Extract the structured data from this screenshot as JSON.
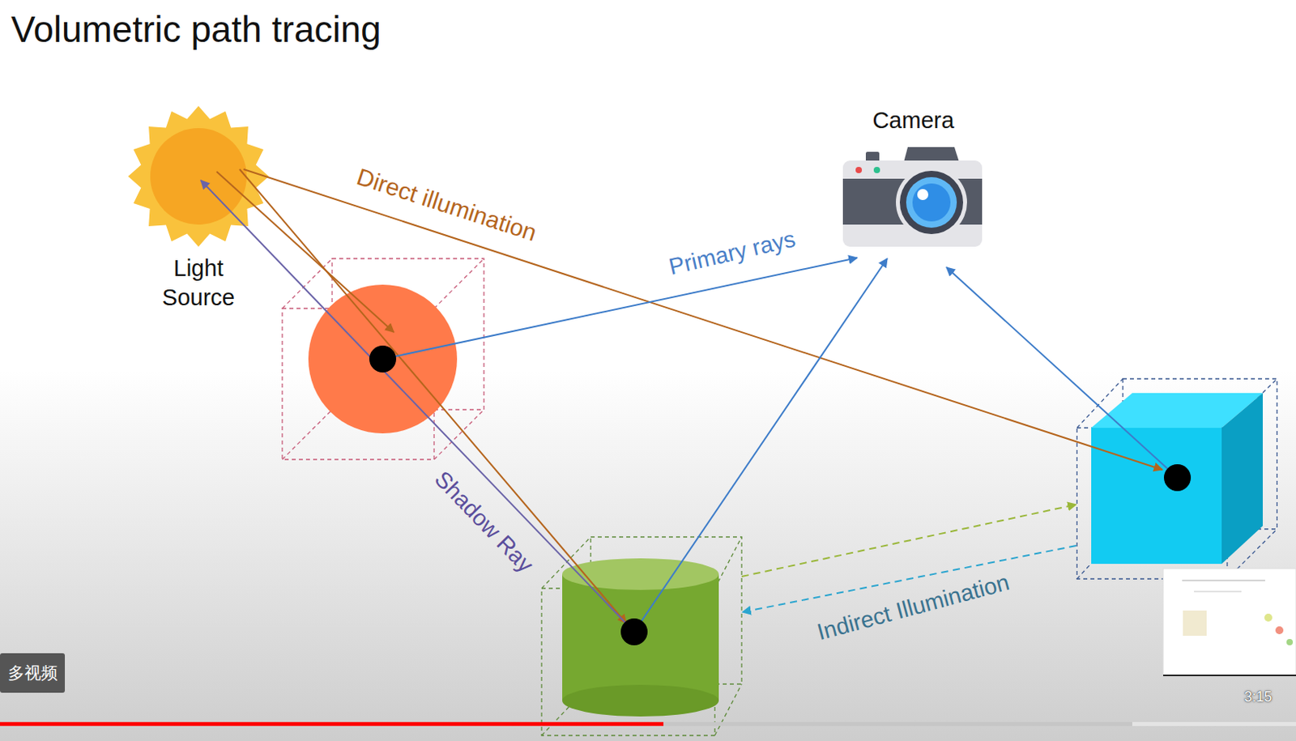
{
  "diagram": {
    "title": "Volumetric path tracing",
    "nodes": [
      {
        "text": [
          "Light Source"
        ]
      },
      {
        "text": [
          "Camera"
        ]
      }
    ],
    "labels": [
      "Direct illumination",
      "Primary rays",
      "Shadow Ray",
      "Indirect Illumination",
      "多视频",
      "3:15"
    ]
  }
}
